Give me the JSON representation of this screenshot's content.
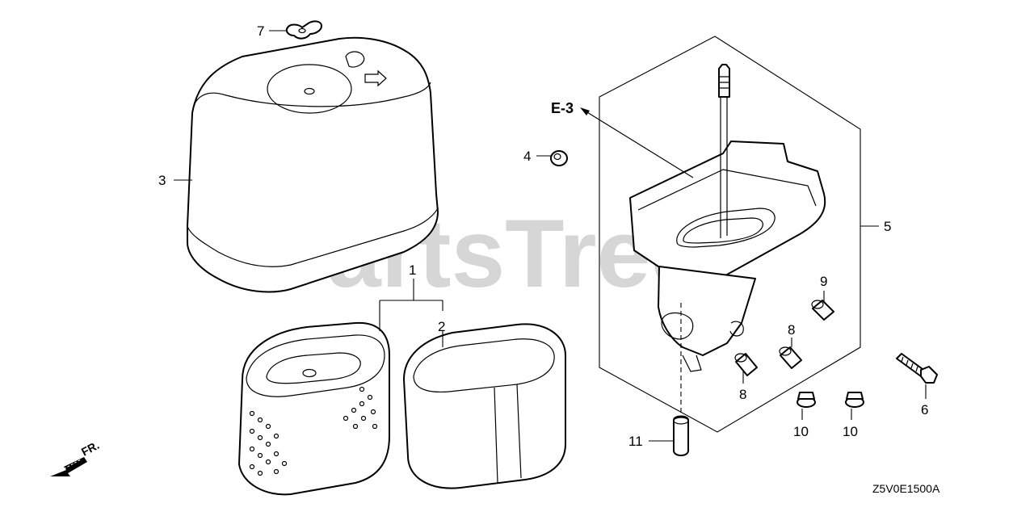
{
  "diagram": {
    "watermark": "PartsTree",
    "reference": "E-3",
    "front_marker": "FR.",
    "diagram_code": "Z5V0E1500A",
    "callouts": {
      "c1": "1",
      "c2": "2",
      "c3": "3",
      "c4": "4",
      "c5": "5",
      "c6": "6",
      "c7": "7",
      "c8a": "8",
      "c8b": "8",
      "c9": "9",
      "c10a": "10",
      "c10b": "10",
      "c11": "11"
    }
  }
}
